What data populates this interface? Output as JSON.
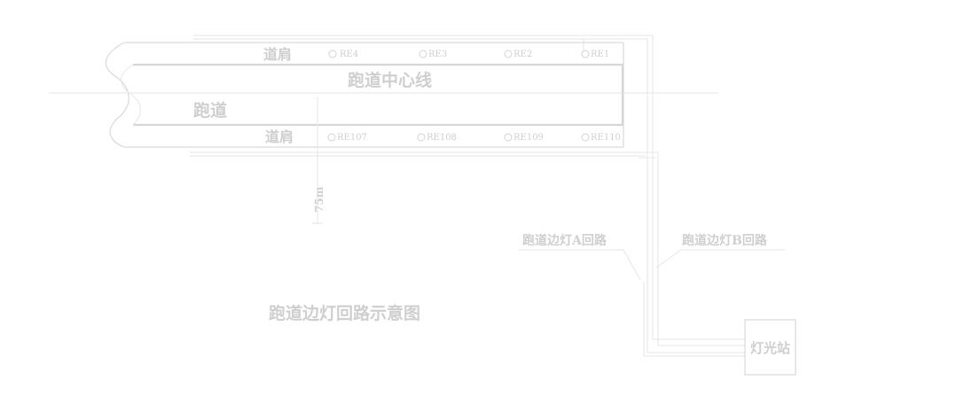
{
  "diagram": {
    "title": "跑道边灯回路示意图",
    "runway_label": "跑道",
    "centerline_label": "跑道中心线",
    "shoulder_top_label": "道肩",
    "shoulder_bottom_label": "道肩",
    "distance_label": "75m",
    "circuit_a_label": "跑道边灯A回路",
    "circuit_b_label": "跑道边灯B回路",
    "station_label": "灯光站",
    "lights_top": [
      "RE4",
      "RE3",
      "RE2",
      "RE1"
    ],
    "lights_bottom": [
      "RE107",
      "RE108",
      "RE109",
      "RE110"
    ]
  }
}
